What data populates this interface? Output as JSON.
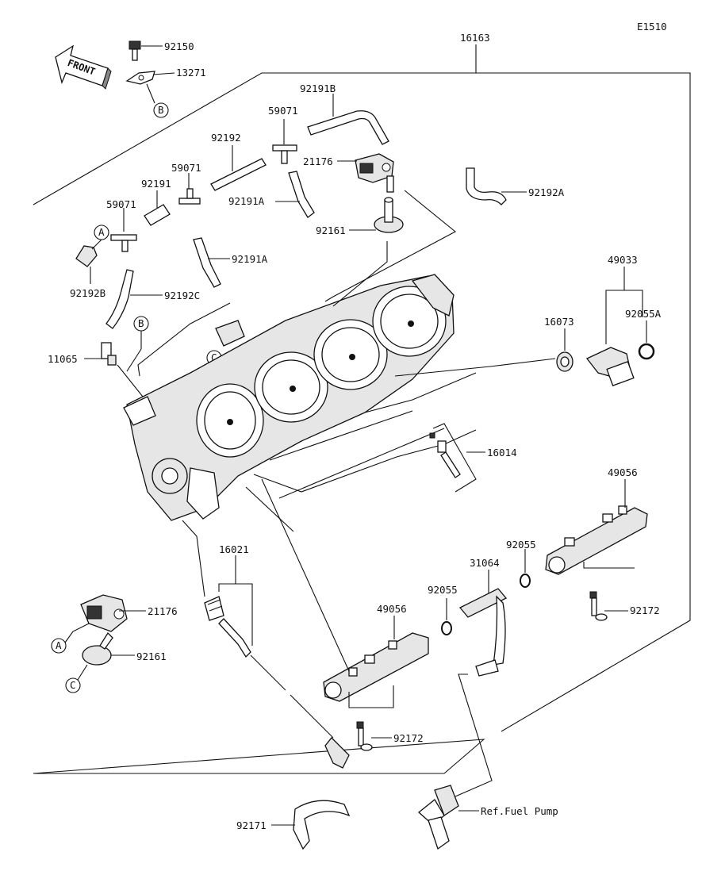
{
  "diagram_code": "E1510",
  "front_label": "FRONT",
  "assembly_number": "16163",
  "callouts": {
    "A": "A",
    "B": "B",
    "C": "C"
  },
  "parts": {
    "p92150": "92150",
    "p13271": "13271",
    "p92191B": "92191B",
    "p59071_top": "59071",
    "p92192": "92192",
    "p21176_top": "21176",
    "p59071_mid": "59071",
    "p92191": "92191",
    "p92192A": "92192A",
    "p92191A_top": "92191A",
    "p59071_left": "59071",
    "p92161_top": "92161",
    "p92191A_bottom": "92191A",
    "p92192B": "92192B",
    "p92192C": "92192C",
    "p49033": "49033",
    "p92055A": "92055A",
    "p16073": "16073",
    "p11065": "11065",
    "p16014": "16014",
    "p49056_right": "49056",
    "p16021": "16021",
    "p92055_right": "92055",
    "p31064": "31064",
    "p92055_left": "92055",
    "p49056_left": "49056",
    "p21176_bottom": "21176",
    "p92172_right": "92172",
    "p92161_bottom": "92161",
    "p92172_left": "92172",
    "p92171": "92171",
    "ref_fuel_pump": "Ref.Fuel Pump"
  }
}
